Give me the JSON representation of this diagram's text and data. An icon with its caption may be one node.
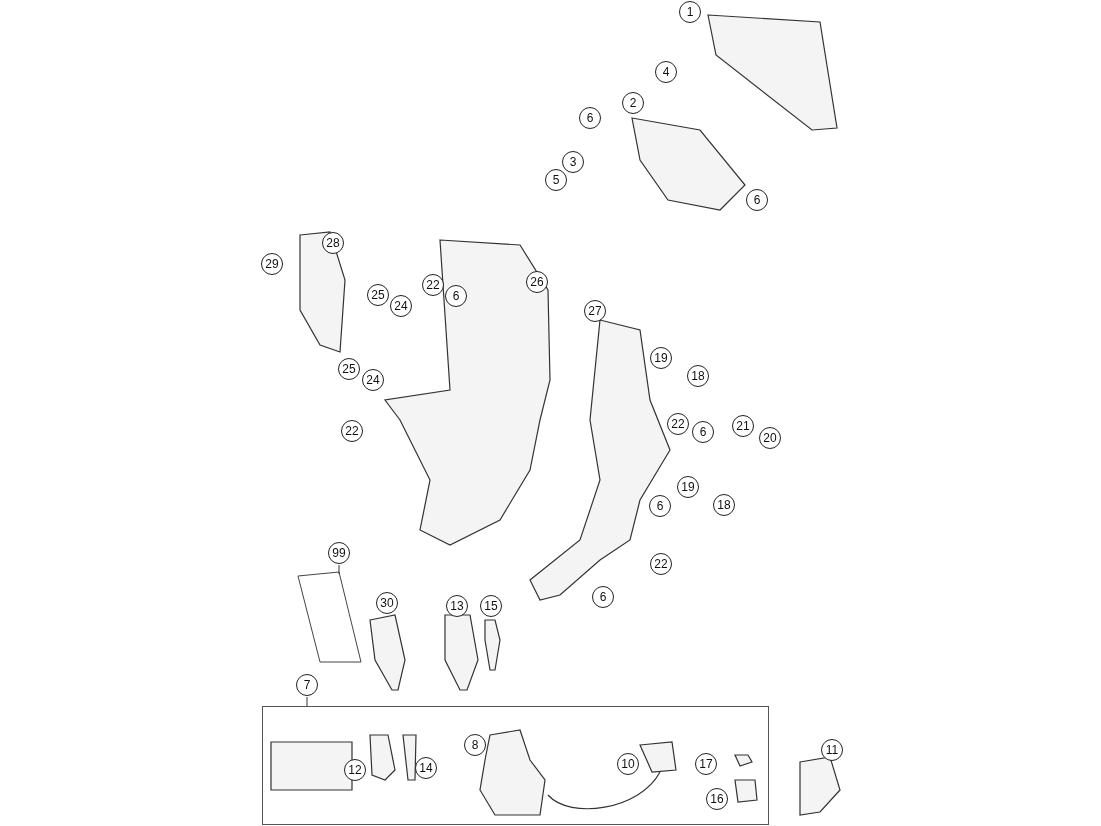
{
  "diagram": {
    "nodes": [
      {
        "text": [
          "1"
        ]
      },
      {
        "text": [
          "4"
        ]
      },
      {
        "text": [
          "2"
        ]
      },
      {
        "text": [
          "6"
        ]
      },
      {
        "text": [
          "3"
        ]
      },
      {
        "text": [
          "5"
        ]
      },
      {
        "text": [
          "6"
        ]
      },
      {
        "text": [
          "28"
        ]
      },
      {
        "text": [
          "29"
        ]
      },
      {
        "text": [
          "26"
        ]
      },
      {
        "text": [
          "22"
        ]
      },
      {
        "text": [
          "6"
        ]
      },
      {
        "text": [
          "25"
        ]
      },
      {
        "text": [
          "24"
        ]
      },
      {
        "text": [
          "27"
        ]
      },
      {
        "text": [
          "19"
        ]
      },
      {
        "text": [
          "18"
        ]
      },
      {
        "text": [
          "25"
        ]
      },
      {
        "text": [
          "24"
        ]
      },
      {
        "text": [
          "22"
        ]
      },
      {
        "text": [
          "6"
        ]
      },
      {
        "text": [
          "21"
        ]
      },
      {
        "text": [
          "20"
        ]
      },
      {
        "text": [
          "22"
        ]
      },
      {
        "text": [
          "19"
        ]
      },
      {
        "text": [
          "6"
        ]
      },
      {
        "text": [
          "18"
        ]
      },
      {
        "text": [
          "99"
        ]
      },
      {
        "text": [],
        "shape": "box"
      },
      {
        "text": [
          "22"
        ]
      },
      {
        "text": [
          "6"
        ]
      },
      {
        "text": [
          "30"
        ]
      },
      {
        "text": [
          "13"
        ]
      },
      {
        "text": [
          "15"
        ]
      },
      {
        "text": [
          "7"
        ]
      },
      {
        "text": [],
        "shape": "box"
      },
      {
        "text": [
          "8"
        ],
        "in": 35
      },
      {
        "text": [
          "10"
        ],
        "in": 35
      },
      {
        "text": [
          "17"
        ],
        "in": 35
      },
      {
        "text": [
          "11"
        ]
      },
      {
        "text": [
          "12"
        ],
        "in": 35
      },
      {
        "text": [
          "14"
        ],
        "in": 35
      },
      {
        "text": [
          "16"
        ],
        "in": 35
      }
    ],
    "edges": [
      {
        "from": 27,
        "to": 28,
        "arrow": "none"
      },
      {
        "from": 34,
        "to": 35,
        "arrow": "none"
      }
    ]
  }
}
